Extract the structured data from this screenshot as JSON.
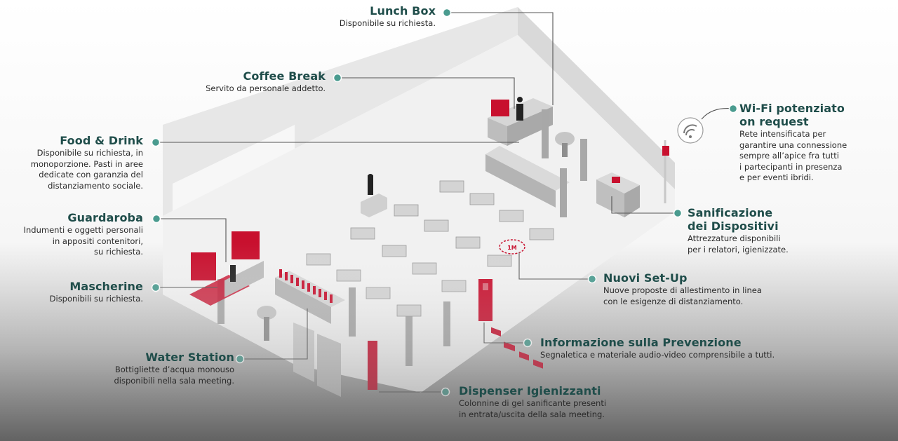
{
  "colors": {
    "accent": "#c8102e",
    "heading": "#1f4d4a",
    "marker": "#4a9b8f",
    "wall": "#e6e6e6",
    "floor": "#f2f2f2"
  },
  "icons": [
    "wifi-icon",
    "callout-dot-icon",
    "mask-icon"
  ],
  "callouts": {
    "lunch_box": {
      "title": "Lunch Box",
      "desc": "Disponibile su richiesta."
    },
    "coffee_break": {
      "title": "Coffee Break",
      "desc": "Servito da personale addetto."
    },
    "food_drink": {
      "title": "Food & Drink",
      "desc": "Disponibile su richiesta, in\nmonoporzione. Pasti in aree\ndedicate con garanzia del\ndistanziamento sociale."
    },
    "guardaroba": {
      "title": "Guardaroba",
      "desc": "Indumenti e oggetti personali\nin appositi contenitori,\nsu richiesta."
    },
    "mascherine": {
      "title": "Mascherine",
      "desc": "Disponibili su richiesta."
    },
    "water_station": {
      "title": "Water Station",
      "desc": "Bottigliette d’acqua monouso\ndisponibili nella sala meeting."
    },
    "wifi": {
      "title": "Wi-Fi potenziato\non request",
      "desc": "Rete intensificata per\ngarantire una connessione\nsempre all’apice fra tutti\ni partecipanti in presenza\ne per eventi ibridi."
    },
    "sanificazione": {
      "title": "Sanificazione\ndei Dispositivi",
      "desc": "Attrezzature disponibili\nper i relatori, igienizzate."
    },
    "nuovi_setup": {
      "title": "Nuovi Set-Up",
      "desc": "Nuove proposte di allestimento in linea\ncon le esigenze di distanziamento."
    },
    "informazione": {
      "title": "Informazione sulla Prevenzione",
      "desc": "Segnaletica e materiale audio-video comprensibile a tutti."
    },
    "dispenser": {
      "title": "Dispenser Igienizzanti",
      "desc": "Colonnine di gel sanificante presenti\nin entrata/uscita della sala meeting."
    }
  },
  "floor_sign": {
    "label": "1M"
  }
}
